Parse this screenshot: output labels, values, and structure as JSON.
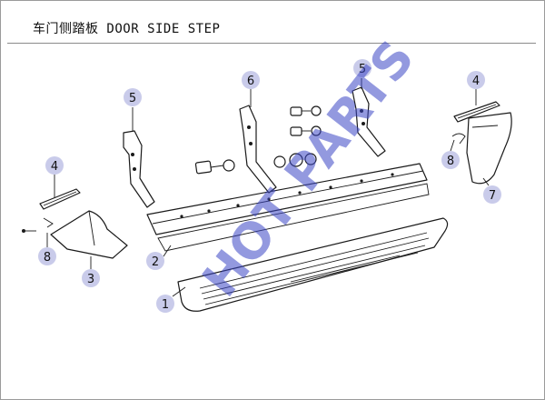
{
  "title": "车门侧踏板 DOOR SIDE STEP",
  "watermark": "HOT PARTS",
  "colors": {
    "callout": "#c9cbea",
    "watermark": "#3b45c4",
    "line": "#1a1a1a"
  },
  "callouts": [
    {
      "id": "left-step-bracket",
      "label": "5"
    },
    {
      "id": "mid-step-bracket",
      "label": "6"
    },
    {
      "id": "right-step-bracket",
      "label": "5"
    },
    {
      "id": "left-step-pad",
      "label": "4"
    },
    {
      "id": "right-step-pad",
      "label": "4"
    },
    {
      "id": "left-clip",
      "label": "8"
    },
    {
      "id": "right-clip",
      "label": "8"
    },
    {
      "id": "left-end-cap",
      "label": "3"
    },
    {
      "id": "right-end-cap",
      "label": "7"
    },
    {
      "id": "step-support-rail",
      "label": "2"
    },
    {
      "id": "step-cover-panel",
      "label": "1"
    }
  ]
}
